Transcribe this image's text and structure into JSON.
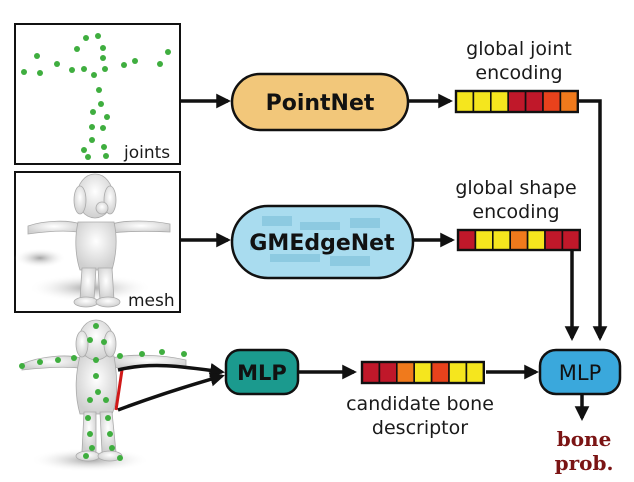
{
  "panels": {
    "joints_label": "joints",
    "mesh_label": "mesh"
  },
  "nodes": {
    "pointnet": "PointNet",
    "gmedgenet": "GMEdgeNet",
    "mlp_left": "MLP",
    "mlp_right": "MLP"
  },
  "encodings": {
    "joint": [
      "global joint",
      "encoding"
    ],
    "shape": [
      "global shape",
      "encoding"
    ],
    "bone": [
      "candidate bone",
      "descriptor"
    ]
  },
  "output": [
    "bone",
    "prob."
  ],
  "colors": {
    "pointnet_fill": "#f2c77a",
    "gmedgenet_fill": "#a9dcef",
    "mlp_left_fill": "#1b9a8e",
    "mlp_right_fill": "#3aa8dc",
    "output_text": "#7b1414",
    "joint_dot": "#3fae3f",
    "bone_line": "#d01818"
  },
  "encoding_cells": {
    "joint": [
      "#f5e61e",
      "#f5e61e",
      "#f5e61e",
      "#c0182a",
      "#c0182a",
      "#e8421c",
      "#f07a1c"
    ],
    "shape": [
      "#c0182a",
      "#f5e61e",
      "#f5e61e",
      "#f07a1c",
      "#f5e61e",
      "#c0182a",
      "#c0182a"
    ],
    "bone": [
      "#c0182a",
      "#c0182a",
      "#f07a1c",
      "#f5e61e",
      "#e8421c",
      "#f5e61e",
      "#f5e61e"
    ]
  }
}
